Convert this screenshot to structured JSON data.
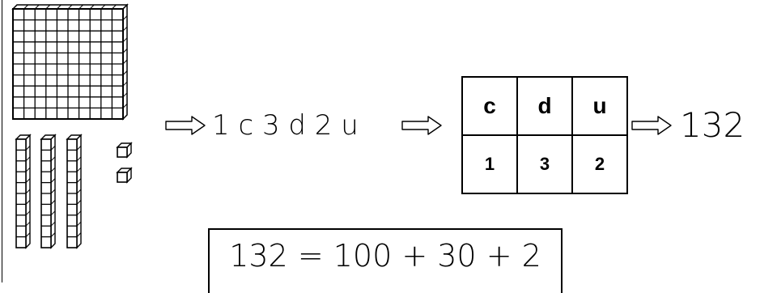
{
  "blocks": {
    "hundreds_count": 1,
    "tens_count": 3,
    "units_count": 2
  },
  "expression": "1 c 3 d 2 u",
  "table": {
    "headers": [
      "c",
      "d",
      "u"
    ],
    "values": [
      "1",
      "3",
      "2"
    ]
  },
  "result": "132",
  "equation": "132 = 100 + 30 + 2"
}
